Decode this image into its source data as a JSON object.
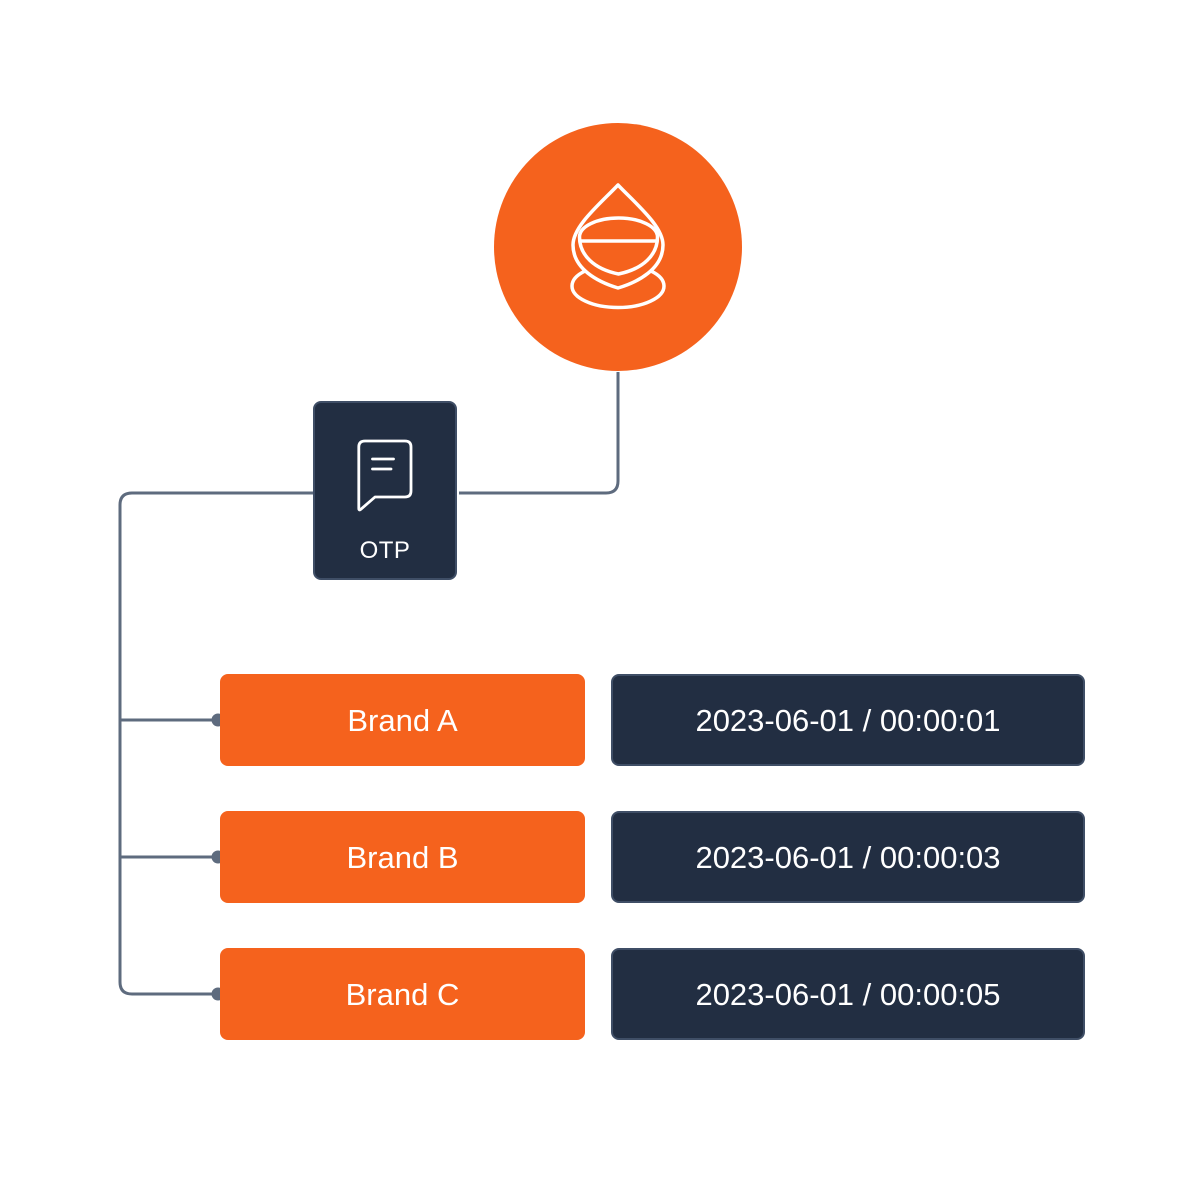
{
  "colors": {
    "background": "#FFFFFF",
    "orange": "#F5621D",
    "navy": "#222E42",
    "navy_border": "#3F4E66",
    "line": "#5E6B7E",
    "text": "#FFFFFF"
  },
  "attacker": {
    "icon": "hooded-fraudster-icon"
  },
  "otp": {
    "label": "OTP",
    "icon": "sms-message-icon"
  },
  "rows": [
    {
      "brand": "Brand A",
      "timestamp": "2023-06-01 / 00:00:01"
    },
    {
      "brand": "Brand B",
      "timestamp": "2023-06-01 / 00:00:03"
    },
    {
      "brand": "Brand C",
      "timestamp": "2023-06-01 / 00:00:05"
    }
  ]
}
